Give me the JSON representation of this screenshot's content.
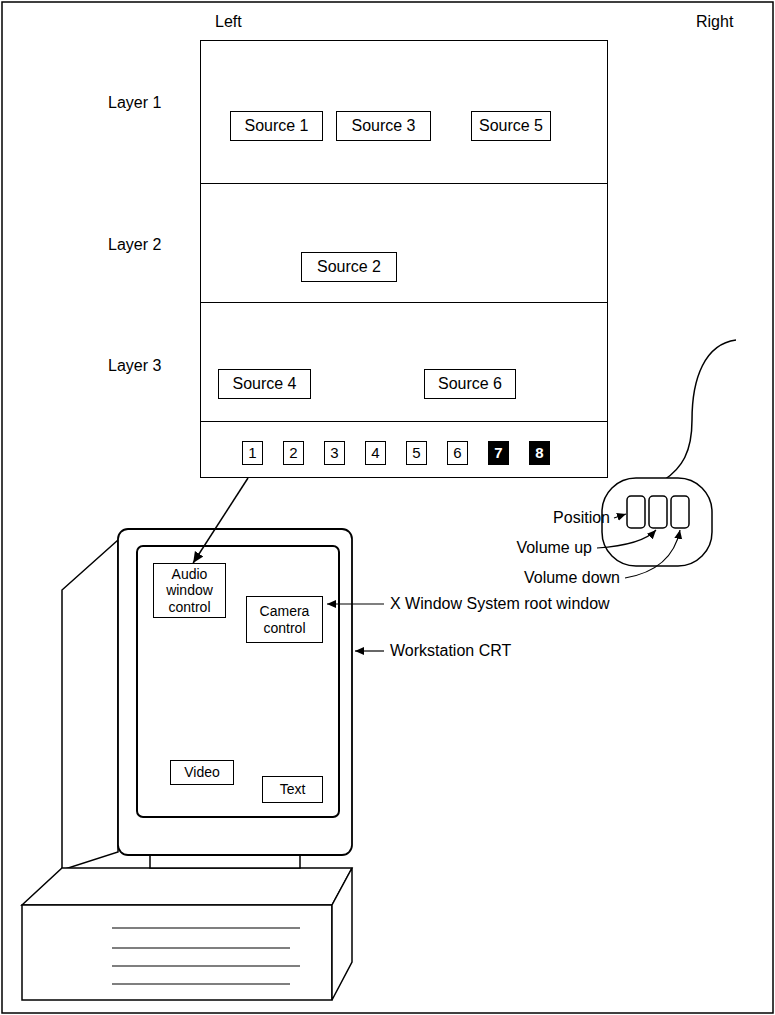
{
  "diagram": {
    "nodes": [
      {
        "text": [
          "Left",
          "Right"
        ]
      },
      {
        "text": [
          "Layer 1"
        ],
        "in": 0
      },
      {
        "text": [
          "Source 1"
        ],
        "in": 1
      },
      {
        "text": [
          "Source 3"
        ],
        "in": 1
      },
      {
        "text": [
          "Source 5"
        ],
        "in": 1
      },
      {
        "text": [
          "Layer 2"
        ],
        "in": 0
      },
      {
        "text": [
          "Source 2"
        ],
        "in": 5
      },
      {
        "text": [
          "Layer 3"
        ],
        "in": 0
      },
      {
        "text": [
          "Source 4"
        ],
        "in": 7
      },
      {
        "text": [
          "Source 6"
        ],
        "in": 7
      },
      {
        "text": [
          "1"
        ],
        "in": 0
      },
      {
        "text": [
          "2"
        ],
        "in": 0
      },
      {
        "text": [
          "3"
        ],
        "in": 0
      },
      {
        "text": [
          "4"
        ],
        "in": 0
      },
      {
        "text": [
          "5"
        ],
        "in": 0
      },
      {
        "text": [
          "6"
        ],
        "in": 0
      },
      {
        "text": [
          "7"
        ],
        "in": 0
      },
      {
        "text": [
          "8"
        ],
        "in": 0
      },
      {
        "text": [
          "Audio window control"
        ]
      },
      {
        "text": [
          "Camera control"
        ]
      },
      {
        "text": [
          "Video"
        ]
      },
      {
        "text": [
          "Text"
        ]
      }
    ],
    "edges": [
      {
        "from": 0,
        "to": 18,
        "arrow": "to"
      }
    ],
    "labels": [
      "Position",
      "Volume up",
      "Volume down",
      "X Window System root window",
      "Workstation CRT"
    ]
  }
}
